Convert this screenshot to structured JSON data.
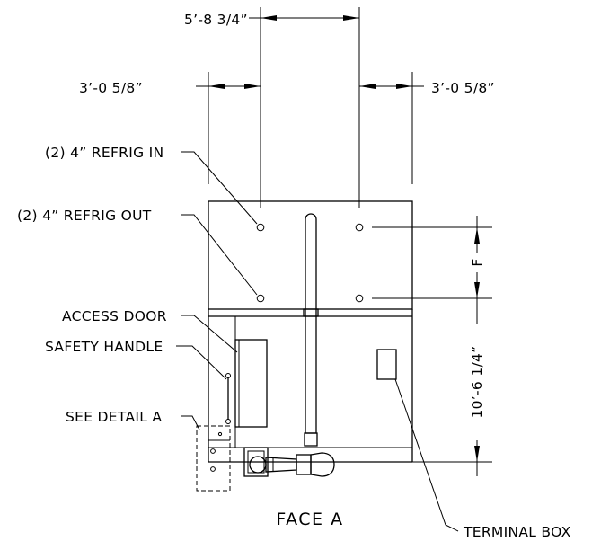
{
  "drawing": {
    "title": "FACE A",
    "dimensions": {
      "overall_top": "5’-8 3/4”",
      "left_offset": "3’-0 5/8”",
      "right_offset": "3’-0 5/8”",
      "vertical_f": "F",
      "vertical_height": "10’-6 1/4”"
    },
    "callouts": {
      "refrig_in": "(2) 4” REFRIG IN",
      "refrig_out": "(2) 4” REFRIG OUT",
      "access_door": "ACCESS DOOR",
      "safety_handle": "SAFETY HANDLE",
      "see_detail": "SEE DETAIL A",
      "terminal_box": "TERMINAL BOX"
    }
  }
}
